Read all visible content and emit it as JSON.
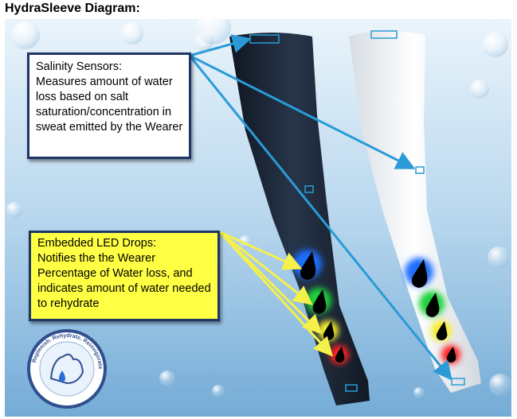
{
  "page": {
    "title": "HydraSleeve Diagram:"
  },
  "callouts": {
    "salinity": {
      "heading": "Salinity Sensors:",
      "body": "Measures amount of water loss based on salt saturation/concentration in sweat emitted by the Wearer"
    },
    "led": {
      "heading": "Embedded LED Drops:",
      "body": "Notifies the the Wearer Percentage of Water loss, and indicates amount of water needed to rehydrate"
    }
  },
  "logo": {
    "ring_text": "Replenish. Rehydrate. Reinvigorate."
  },
  "colors": {
    "background_top": "#e8f3fa",
    "background_bottom": "#7fb3d9",
    "dark_sleeve": "#1b2533",
    "white_sleeve": "#eef1f4",
    "sensor_arrow": "#2a9bd8",
    "led_arrow": "#f5f04a",
    "led_blue": "#1e6fff",
    "led_green": "#1fd23a",
    "led_yellow": "#f6ee2a",
    "led_red": "#ff2020",
    "callout_border": "#1f3566"
  }
}
